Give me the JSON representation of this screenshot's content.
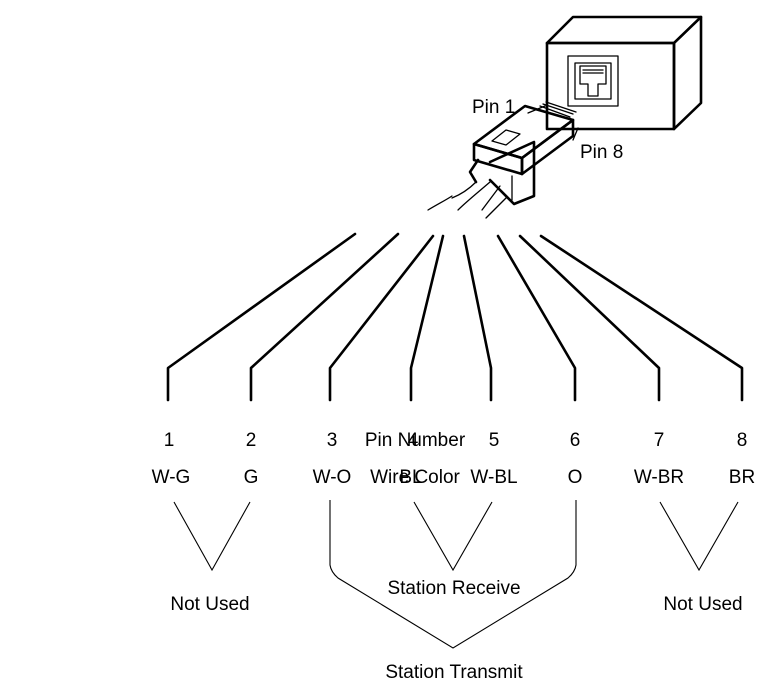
{
  "labels": {
    "pin1": "Pin 1",
    "pin8": "Pin 8",
    "row1": "Pin Number",
    "row2": "Wire Color",
    "not_used_left": "Not Used",
    "not_used_right": "Not Used",
    "station_receive": "Station Receive",
    "station_transmit": "Station Transmit"
  },
  "pins": [
    {
      "number": "1",
      "color": "W-G"
    },
    {
      "number": "2",
      "color": "G"
    },
    {
      "number": "3",
      "color": "W-O"
    },
    {
      "number": "4",
      "color": "BL"
    },
    {
      "number": "5",
      "color": "W-BL"
    },
    {
      "number": "6",
      "color": "O"
    },
    {
      "number": "7",
      "color": "W-BR"
    },
    {
      "number": "8",
      "color": "BR"
    }
  ]
}
